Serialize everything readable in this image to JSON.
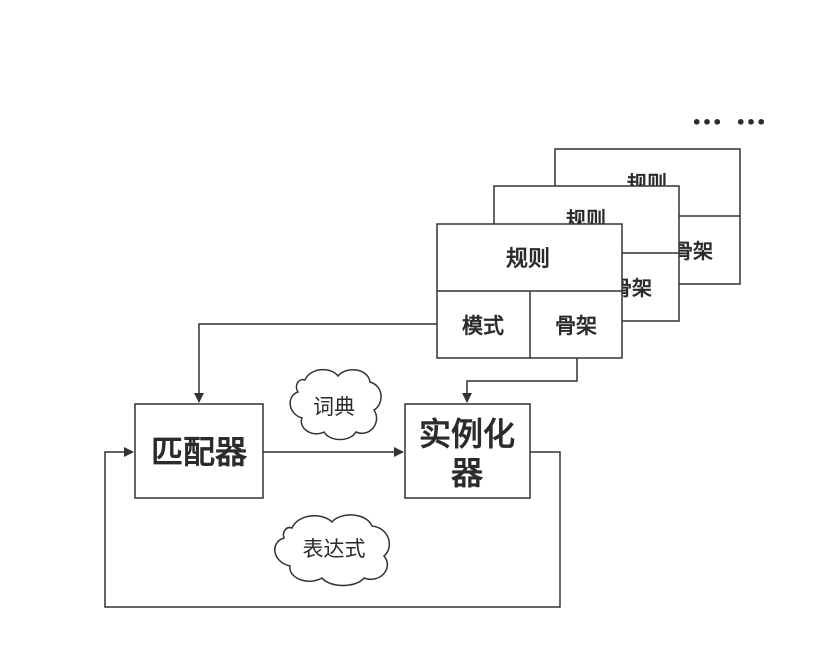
{
  "ellipsis": [
    "•••",
    "•••"
  ],
  "back_card_2": {
    "rule": "规则",
    "skeleton": "骨架"
  },
  "back_card_1": {
    "rule": "规则",
    "skeleton": "骨架"
  },
  "front_card": {
    "rule": "规则",
    "pattern": "模式",
    "skeleton": "骨架"
  },
  "matcher": "匹配器",
  "instantiator": [
    "实例化",
    "器"
  ],
  "dictionary": "词典",
  "expression": "表达式"
}
